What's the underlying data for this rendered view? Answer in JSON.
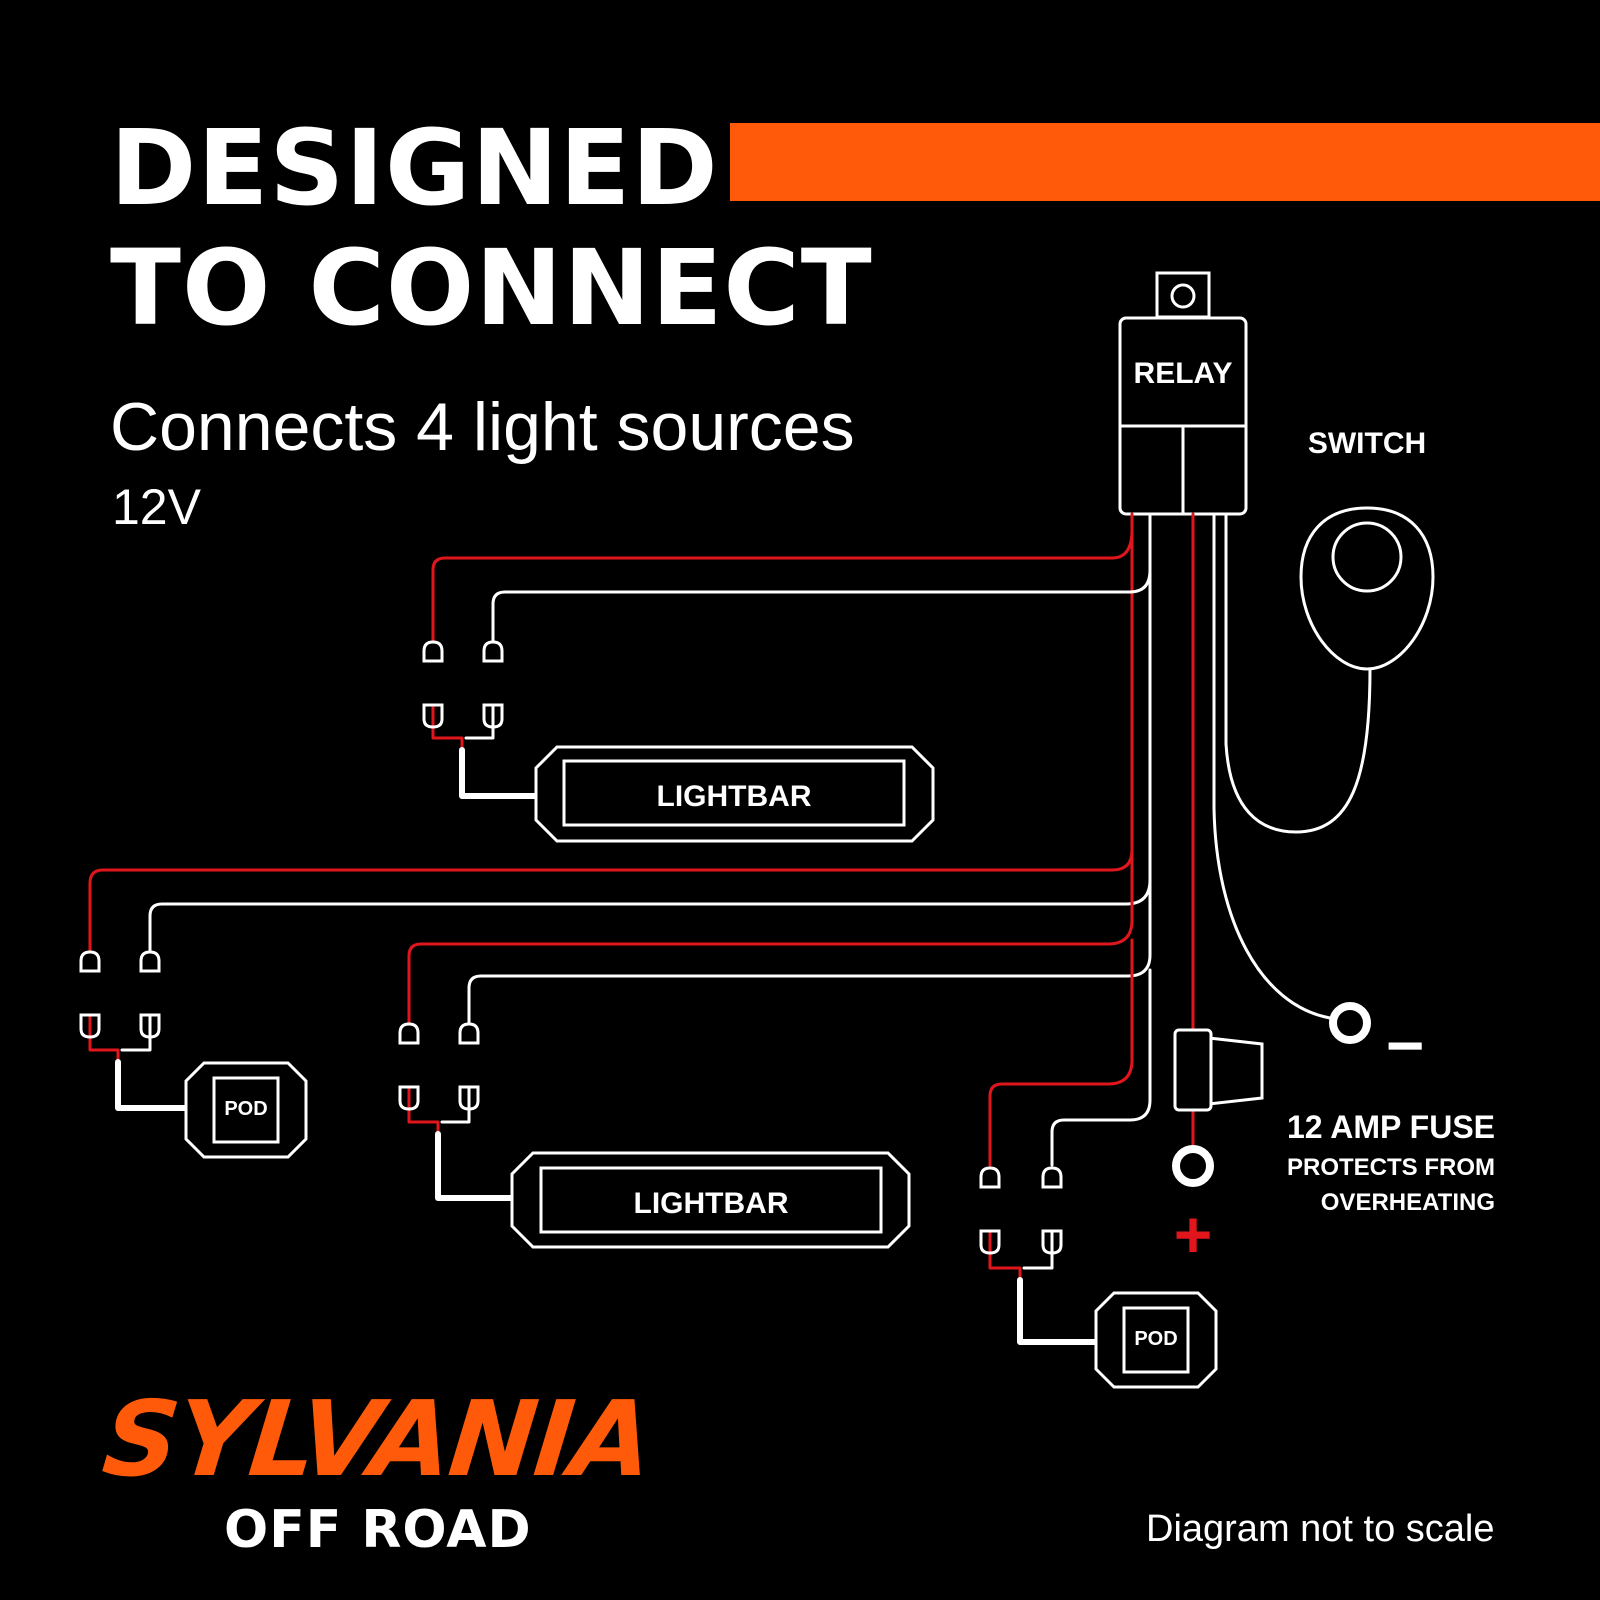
{
  "header": {
    "title_line1": "DESIGNED",
    "title_line2": "TO CONNECT",
    "subtitle": "Connects 4 light sources",
    "voltage": "12V"
  },
  "diagram": {
    "relay_label": "RELAY",
    "switch_label": "SWITCH",
    "lightbar_label_1": "LIGHTBAR",
    "lightbar_label_2": "LIGHTBAR",
    "pod_label_1": "POD",
    "pod_label_2": "POD",
    "fuse_title": "12 AMP FUSE",
    "fuse_desc_line1": "PROTECTS FROM",
    "fuse_desc_line2": "OVERHEATING",
    "negative_symbol": "−",
    "positive_symbol": "+"
  },
  "brand": {
    "name": "SYLVANIA",
    "sub": "OFF ROAD"
  },
  "footer": {
    "note": "Diagram not to scale"
  },
  "colors": {
    "background": "#000000",
    "accent": "#ff5a0a",
    "wire_positive": "#e0161c",
    "wire_ground": "#ffffff"
  }
}
